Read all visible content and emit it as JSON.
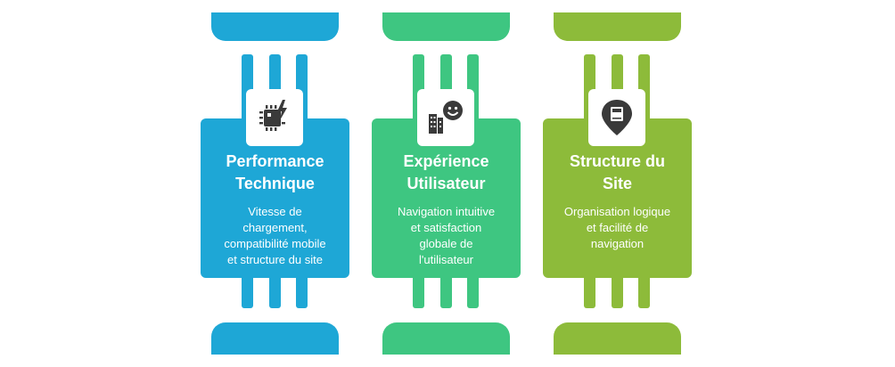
{
  "colors": {
    "blue": "#1ea7d6",
    "green": "#3ec681",
    "olive": "#8dbb3a",
    "icon": "#3a3a3a"
  },
  "cards": [
    {
      "title_line1": "Performance",
      "title_line2": "Technique",
      "desc_lines": [
        "Vitesse de",
        "chargement,",
        "compatibilité mobile",
        "et structure du site"
      ],
      "icon": "chip-lightning-icon"
    },
    {
      "title_line1": "Expérience",
      "title_line2": "Utilisateur",
      "desc_lines": [
        "Navigation intuitive",
        "et satisfaction",
        "globale de",
        "l'utilisateur"
      ],
      "icon": "building-smiley-icon"
    },
    {
      "title_line1": "Structure du",
      "title_line2": "Site",
      "desc_lines": [
        "Organisation logique",
        "et facilité de",
        "navigation"
      ],
      "icon": "map-pin-book-icon"
    }
  ]
}
